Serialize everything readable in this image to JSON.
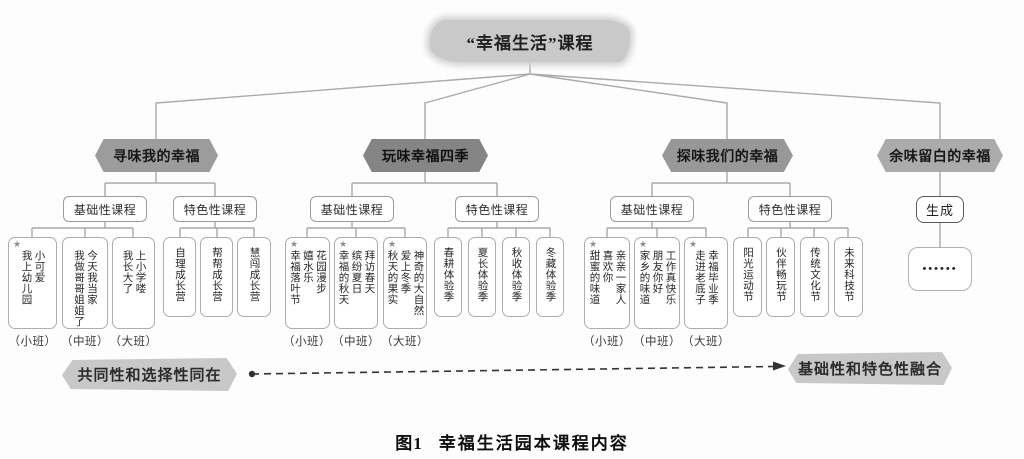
{
  "title": "“幸福生活”课程",
  "star_icon": "★",
  "generate_label": "生成",
  "dots": "••••••",
  "branches": [
    {
      "label": "寻味我的幸福"
    },
    {
      "label": "玩味幸福四季"
    },
    {
      "label": "探味我们的幸福"
    },
    {
      "label": "余味留白的幸福"
    }
  ],
  "groups": [
    {
      "header": "基础性课程",
      "classes": [
        "（小班）",
        "（中班）",
        "（大班）"
      ],
      "leaves": [
        {
          "lines": [
            "小可爱",
            "我上幼儿园"
          ]
        },
        {
          "lines": [
            "今天我当家",
            "我做哥哥姐姐了"
          ]
        },
        {
          "lines": [
            "上小学喽",
            "我长大了"
          ]
        }
      ]
    },
    {
      "header": "特色性课程",
      "leaves": [
        {
          "lines": [
            "自理成长营"
          ]
        },
        {
          "lines": [
            "帮帮成长营"
          ]
        },
        {
          "lines": [
            "慧闯成长营"
          ]
        }
      ]
    },
    {
      "header": "基础性课程",
      "classes": [
        "（小班）",
        "（中班）",
        "（大班）"
      ],
      "leaves": [
        {
          "lines": [
            "花园漫步",
            "嬉水乐",
            "幸福落叶节"
          ]
        },
        {
          "lines": [
            "拜访春天",
            "缤纷夏日",
            "幸福的秋天"
          ]
        },
        {
          "lines": [
            "神奇的大自然",
            "爱上冬季",
            "秋天的果实"
          ]
        }
      ]
    },
    {
      "header": "特色性课程",
      "leaves": [
        {
          "lines": [
            "春耕体验季"
          ]
        },
        {
          "lines": [
            "夏长体验季"
          ]
        },
        {
          "lines": [
            "秋收体验季"
          ]
        },
        {
          "lines": [
            "冬藏体验季"
          ]
        }
      ]
    },
    {
      "header": "基础性课程",
      "classes": [
        "（小班）",
        "（中班）",
        "（大班）"
      ],
      "leaves": [
        {
          "lines": [
            "亲亲一家人",
            "喜欢你",
            "甜蜜的味道"
          ]
        },
        {
          "lines": [
            "工作真快乐",
            "朋友你好",
            "家乡的味道"
          ]
        },
        {
          "lines": [
            "幸福毕业季",
            "走进老底子"
          ]
        }
      ]
    },
    {
      "header": "特色性课程",
      "leaves": [
        {
          "lines": [
            "阳光运动节"
          ]
        },
        {
          "lines": [
            "伙伴畅玩节"
          ]
        },
        {
          "lines": [
            "传统文化节"
          ]
        },
        {
          "lines": [
            "未来科技节"
          ]
        }
      ]
    }
  ],
  "annotations": {
    "left": "共同性和选择性同在",
    "right": "基础性和特色性融合"
  },
  "caption": {
    "prefix": "图1",
    "text": "幸福生活园本课程内容"
  },
  "colors": {
    "branch_fill": "#9a9a9a",
    "branch_fill_dark": "#868686",
    "branch_fill_light": "#ababab",
    "blob_fill": "#c8c8c8",
    "line": "#a9a9a9"
  }
}
